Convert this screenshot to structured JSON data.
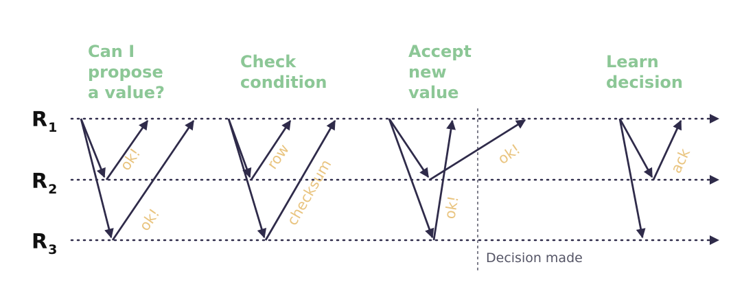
{
  "phases": [
    {
      "lines": [
        "Can I",
        "propose",
        "a value?"
      ]
    },
    {
      "lines": [
        "Check",
        "condition"
      ]
    },
    {
      "lines": [
        "Accept",
        "new",
        "value"
      ]
    },
    {
      "lines": [
        "Learn",
        "decision"
      ]
    }
  ],
  "replicas": [
    {
      "letter": "R",
      "sub": "1"
    },
    {
      "letter": "R",
      "sub": "2"
    },
    {
      "letter": "R",
      "sub": "3"
    }
  ],
  "messages": [
    "ok!",
    "ok!",
    "row",
    "checksum",
    "ok!",
    "ok!",
    "ack"
  ],
  "decision_label": "Decision made",
  "colors": {
    "phase_title": "#8cc796",
    "message_label": "#e9c47f",
    "arrows": "#2f2b4a",
    "replica_label": "#111111"
  }
}
